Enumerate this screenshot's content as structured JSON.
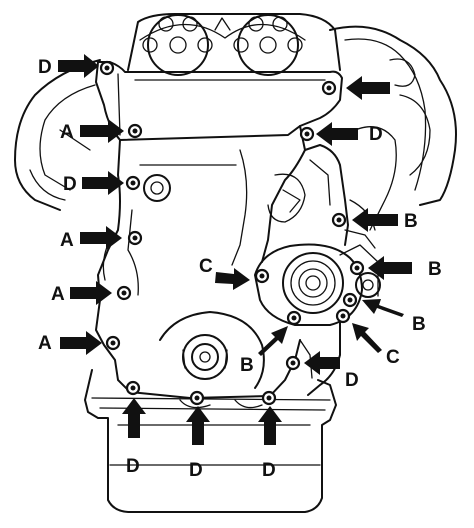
{
  "figure": {
    "labels": {
      "top_left_D": "D",
      "top_right_upper_arrow_label": "",
      "right_D_upper": "D",
      "left_A1": "A",
      "left_D2": "D",
      "left_A2": "A",
      "left_A3": "A",
      "left_A4": "A",
      "center_C": "C",
      "right_B1": "B",
      "right_B2": "B",
      "right_B3": "B",
      "right_C": "C",
      "center_B": "B",
      "right_D_lower": "D",
      "bottom_D1": "D",
      "bottom_D2": "D",
      "bottom_D3": "D"
    }
  }
}
